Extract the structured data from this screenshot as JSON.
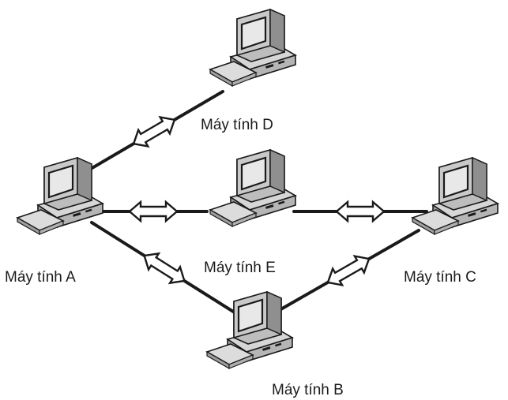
{
  "diagram": {
    "nodes": [
      {
        "id": "A",
        "label": "Máy tính A",
        "icon": "desktop-computer-icon"
      },
      {
        "id": "B",
        "label": "Máy tính B",
        "icon": "desktop-computer-icon"
      },
      {
        "id": "C",
        "label": "Máy tính C",
        "icon": "desktop-computer-icon"
      },
      {
        "id": "D",
        "label": "Máy tính D",
        "icon": "desktop-computer-icon"
      },
      {
        "id": "E",
        "label": "Máy tính E",
        "icon": "desktop-computer-icon"
      }
    ],
    "links": [
      {
        "from": "A",
        "to": "D",
        "marker": "double-arrow-icon"
      },
      {
        "from": "A",
        "to": "E",
        "marker": "double-arrow-icon"
      },
      {
        "from": "E",
        "to": "C",
        "marker": "double-arrow-icon"
      },
      {
        "from": "A",
        "to": "B",
        "marker": "double-arrow-icon"
      },
      {
        "from": "B",
        "to": "C",
        "marker": "double-arrow-icon"
      }
    ],
    "colors": {
      "line": "#1a1a1a",
      "computer_fill": "#c9c9c9",
      "screen_fill": "#e8e8e8",
      "background": "#ffffff"
    }
  }
}
